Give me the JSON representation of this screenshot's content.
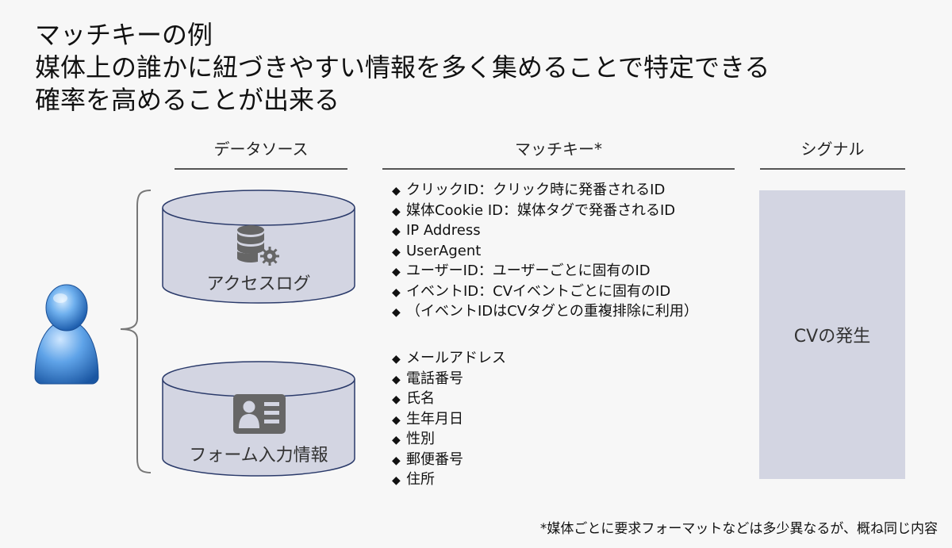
{
  "title_lines": [
    "マッチキーの例",
    "媒体上の誰かに紐づきやすい情報を多く集めることで特定できる",
    "確率を高めることが出来る"
  ],
  "columns": {
    "data_source": "データソース",
    "match_key": "マッチキー*",
    "signal": "シグナル"
  },
  "data_sources": [
    {
      "label": "アクセスログ",
      "icon": "database-gear-icon"
    },
    {
      "label": "フォーム入力情報",
      "icon": "id-card-icon"
    }
  ],
  "user_icon": "user-icon",
  "access_log_keys": [
    "クリックID：クリック時に発番されるID",
    "媒体Cookie ID：媒体タグで発番されるID",
    "IP Address",
    "UserAgent",
    "ユーザーID：ユーザーごとに固有のID",
    "イベントID：CVイベントごとに固有のID",
    "（イベントIDはCVタグとの重複排除に利用）"
  ],
  "form_keys": [
    "メールアドレス",
    "電話番号",
    "氏名",
    "生年月日",
    "性別",
    "郵便番号",
    "住所"
  ],
  "signal_label": "CVの発生",
  "footnote": "*媒体ごとに要求フォーマットなどは多少異なるが、概ね同じ内容",
  "colors": {
    "cylinder_fill": "#d3d5e2",
    "cylinder_stroke": "#2a3a6a",
    "signal_fill": "#d3d5e2",
    "user_blue": "#3b7fd0"
  }
}
